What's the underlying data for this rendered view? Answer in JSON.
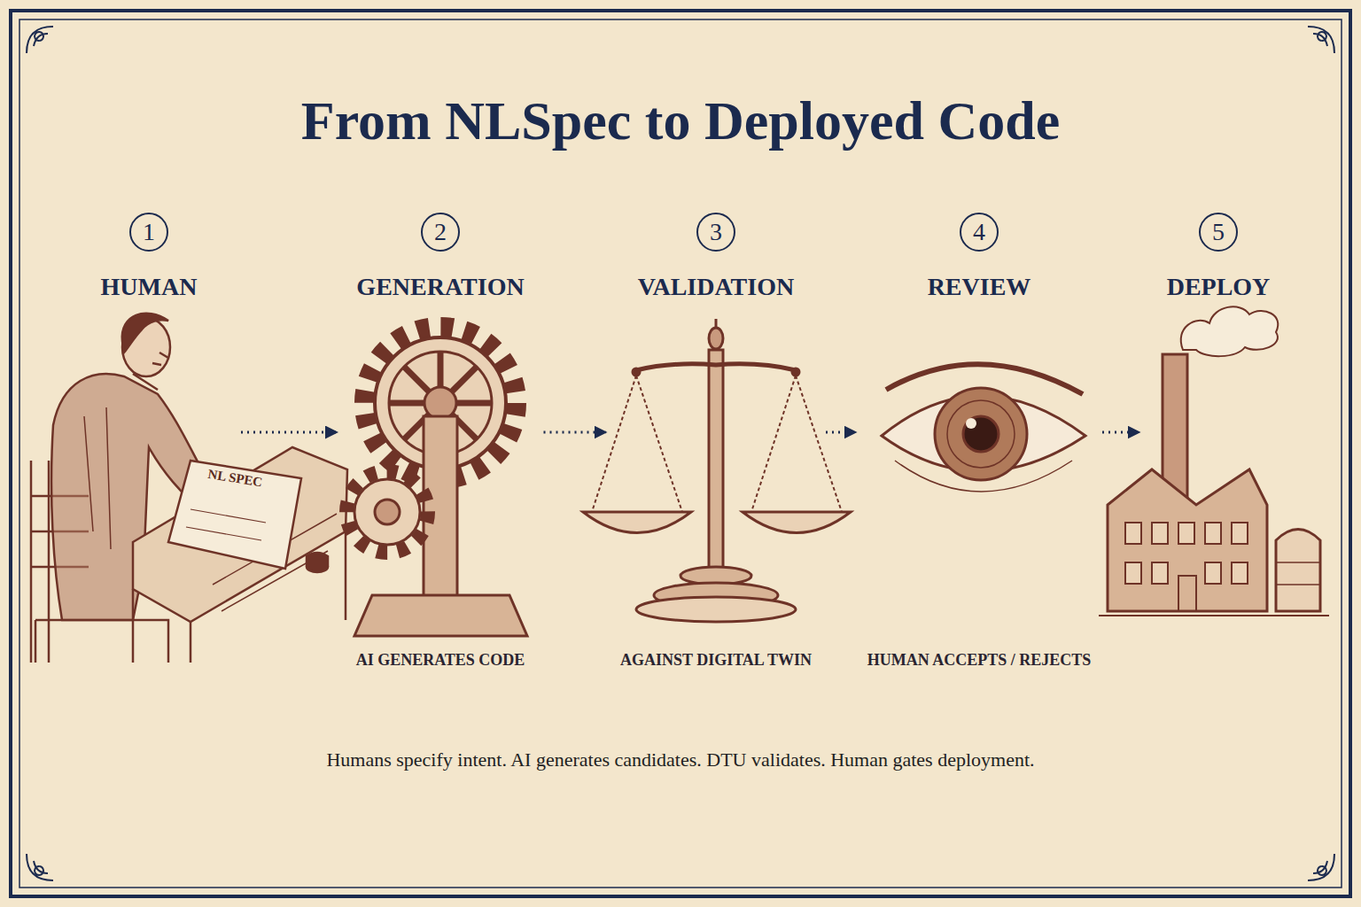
{
  "diagram": {
    "title": "From NLSpec to Deployed Code",
    "caption": "Humans specify intent. AI generates candidates. DTU validates. Human gates deployment.",
    "nodes": [
      {
        "text": [
          "1",
          "HUMAN"
        ]
      },
      {
        "text": [
          "2",
          "GENERATION",
          "AI GENERATES CODE"
        ]
      },
      {
        "text": [
          "3",
          "VALIDATION",
          "AGAINST DIGITAL TWIN"
        ]
      },
      {
        "text": [
          "4",
          "REVIEW",
          "HUMAN ACCEPTS / REJECTS"
        ]
      },
      {
        "text": [
          "5",
          "DEPLOY"
        ]
      }
    ],
    "edges": [
      {
        "from": 0,
        "to": 1,
        "arrow": "to"
      },
      {
        "from": 1,
        "to": 2,
        "arrow": "to"
      },
      {
        "from": 2,
        "to": 3,
        "arrow": "to"
      },
      {
        "from": 3,
        "to": 4,
        "arrow": "to"
      }
    ],
    "labels": [
      "NL SPEC"
    ]
  }
}
